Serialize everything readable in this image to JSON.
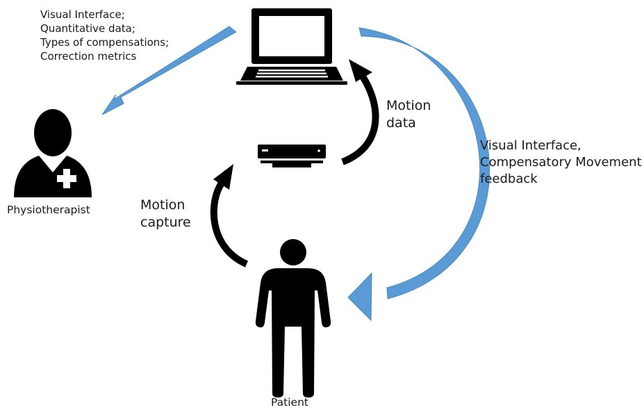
{
  "therapist_info": {
    "lines": [
      "Visual Interface;",
      "Quantitative data;",
      "Types of compensations;",
      "Correction metrics"
    ]
  },
  "motion_data": {
    "lines": [
      "Motion",
      "data"
    ]
  },
  "motion_capture": {
    "lines": [
      "Motion",
      "capture"
    ]
  },
  "patient_feedback": {
    "lines": [
      "Visual Interface,",
      "Compensatory Movement",
      "feedback"
    ]
  },
  "labels": {
    "physiotherapist": "Physiotherapist",
    "patient": "Patient"
  },
  "colors": {
    "flow_arrow": "#5b9bd5",
    "flow_arrow_edge": "#4a88c2",
    "data_arrow": "#000000",
    "icon": "#000000"
  },
  "icons": {
    "laptop": "laptop-icon",
    "sensor": "motion-sensor-icon",
    "physiotherapist": "physiotherapist-icon",
    "patient": "patient-icon"
  }
}
